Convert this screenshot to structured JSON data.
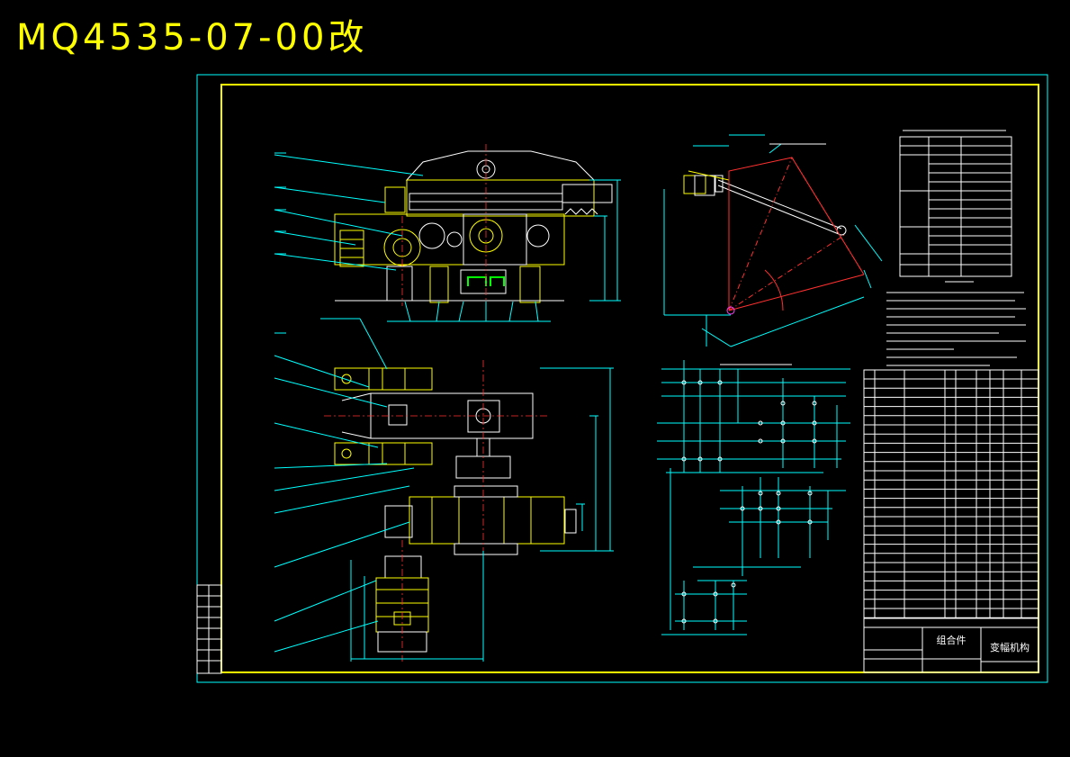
{
  "title": "MQ4535-07-00改",
  "title_block": {
    "assembly_label": "组合件",
    "drawing_name": "变幅机构"
  },
  "colors": {
    "background": "#000000",
    "title_text": "#ffff00",
    "frame_outer": "#00ffff",
    "frame_inner": "#ffff00",
    "centerline": "#ff3030"
  }
}
